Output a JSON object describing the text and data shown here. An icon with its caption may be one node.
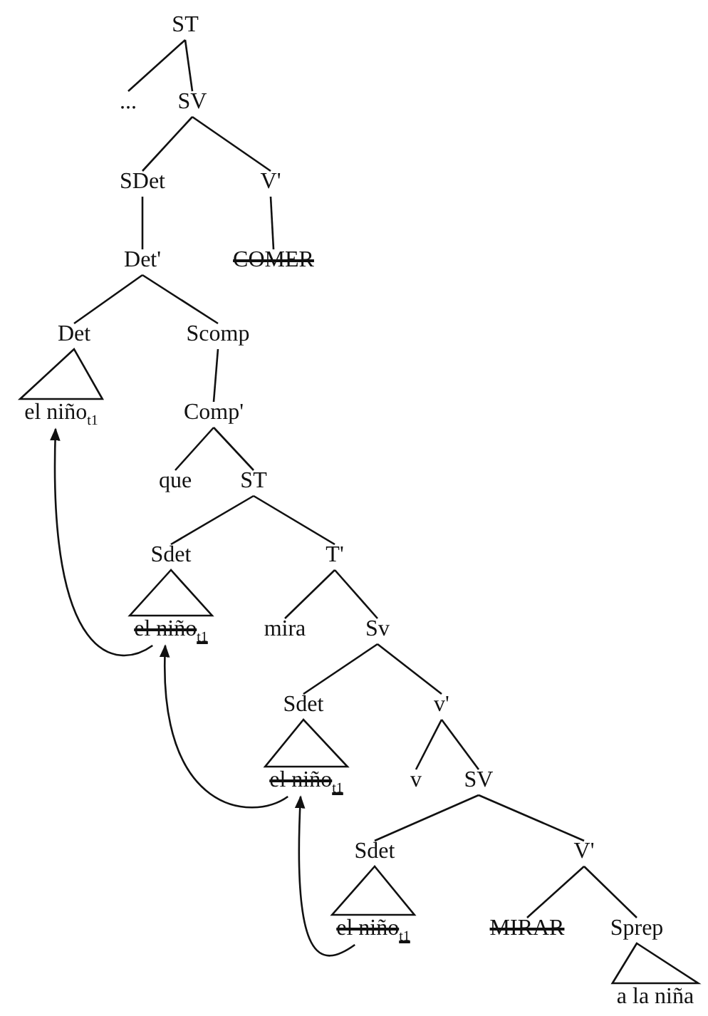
{
  "diagram": {
    "nodes": [
      {
        "text": [
          "ST"
        ]
      },
      {
        "text": [
          "..."
        ]
      },
      {
        "text": [
          "SV"
        ]
      },
      {
        "text": [
          "SDet"
        ]
      },
      {
        "text": [
          "V'"
        ]
      },
      {
        "text": [
          "Det'"
        ]
      },
      {
        "text": [
          "COMER"
        ]
      },
      {
        "text": [
          "Det"
        ]
      },
      {
        "text": [
          "Scomp"
        ]
      },
      {
        "text": [
          "el niño$_{t1}$"
        ]
      },
      {
        "text": [
          "Comp'"
        ]
      },
      {
        "text": [
          "que"
        ]
      },
      {
        "text": [
          "ST"
        ]
      },
      {
        "text": [
          "Sdet"
        ]
      },
      {
        "text": [
          "T'"
        ]
      },
      {
        "text": [
          "el niño$_{t1}$"
        ]
      },
      {
        "text": [
          "mira"
        ]
      },
      {
        "text": [
          "Sv"
        ]
      },
      {
        "text": [
          "Sdet"
        ]
      },
      {
        "text": [
          "v'"
        ]
      },
      {
        "text": [
          "el niño$_{t1}$"
        ]
      },
      {
        "text": [
          "v"
        ]
      },
      {
        "text": [
          "SV"
        ]
      },
      {
        "text": [
          "Sdet"
        ]
      },
      {
        "text": [
          "V'"
        ]
      },
      {
        "text": [
          "el niño$_{t1}$"
        ]
      },
      {
        "text": [
          "MIRAR"
        ]
      },
      {
        "text": [
          "Sprep"
        ]
      },
      {
        "text": [
          "a la niña"
        ]
      }
    ],
    "edges": [
      {
        "from": 0,
        "to": 1,
        "arrow": "none"
      },
      {
        "from": 0,
        "to": 2,
        "arrow": "none"
      },
      {
        "from": 2,
        "to": 3,
        "arrow": "none"
      },
      {
        "from": 2,
        "to": 4,
        "arrow": "none"
      },
      {
        "from": 3,
        "to": 5,
        "arrow": "none"
      },
      {
        "from": 4,
        "to": 6,
        "arrow": "none"
      },
      {
        "from": 5,
        "to": 7,
        "arrow": "none"
      },
      {
        "from": 5,
        "to": 8,
        "arrow": "none"
      },
      {
        "from": 7,
        "to": 9,
        "arrow": "none"
      },
      {
        "from": 8,
        "to": 10,
        "arrow": "none"
      },
      {
        "from": 10,
        "to": 11,
        "arrow": "none"
      },
      {
        "from": 10,
        "to": 12,
        "arrow": "none"
      },
      {
        "from": 12,
        "to": 13,
        "arrow": "none"
      },
      {
        "from": 12,
        "to": 14,
        "arrow": "none"
      },
      {
        "from": 13,
        "to": 15,
        "arrow": "none"
      },
      {
        "from": 14,
        "to": 16,
        "arrow": "none"
      },
      {
        "from": 14,
        "to": 17,
        "arrow": "none"
      },
      {
        "from": 17,
        "to": 18,
        "arrow": "none"
      },
      {
        "from": 17,
        "to": 19,
        "arrow": "none"
      },
      {
        "from": 18,
        "to": 20,
        "arrow": "none"
      },
      {
        "from": 19,
        "to": 21,
        "arrow": "none"
      },
      {
        "from": 19,
        "to": 22,
        "arrow": "none"
      },
      {
        "from": 22,
        "to": 23,
        "arrow": "none"
      },
      {
        "from": 22,
        "to": 24,
        "arrow": "none"
      },
      {
        "from": 23,
        "to": 25,
        "arrow": "none"
      },
      {
        "from": 24,
        "to": 26,
        "arrow": "none"
      },
      {
        "from": 24,
        "to": 27,
        "arrow": "none"
      },
      {
        "from": 27,
        "to": 28,
        "arrow": "none"
      },
      {
        "from": 15,
        "to": 9,
        "arrow": "to"
      },
      {
        "from": 20,
        "to": 15,
        "arrow": "to"
      },
      {
        "from": 25,
        "to": 20,
        "arrow": "to"
      }
    ]
  }
}
